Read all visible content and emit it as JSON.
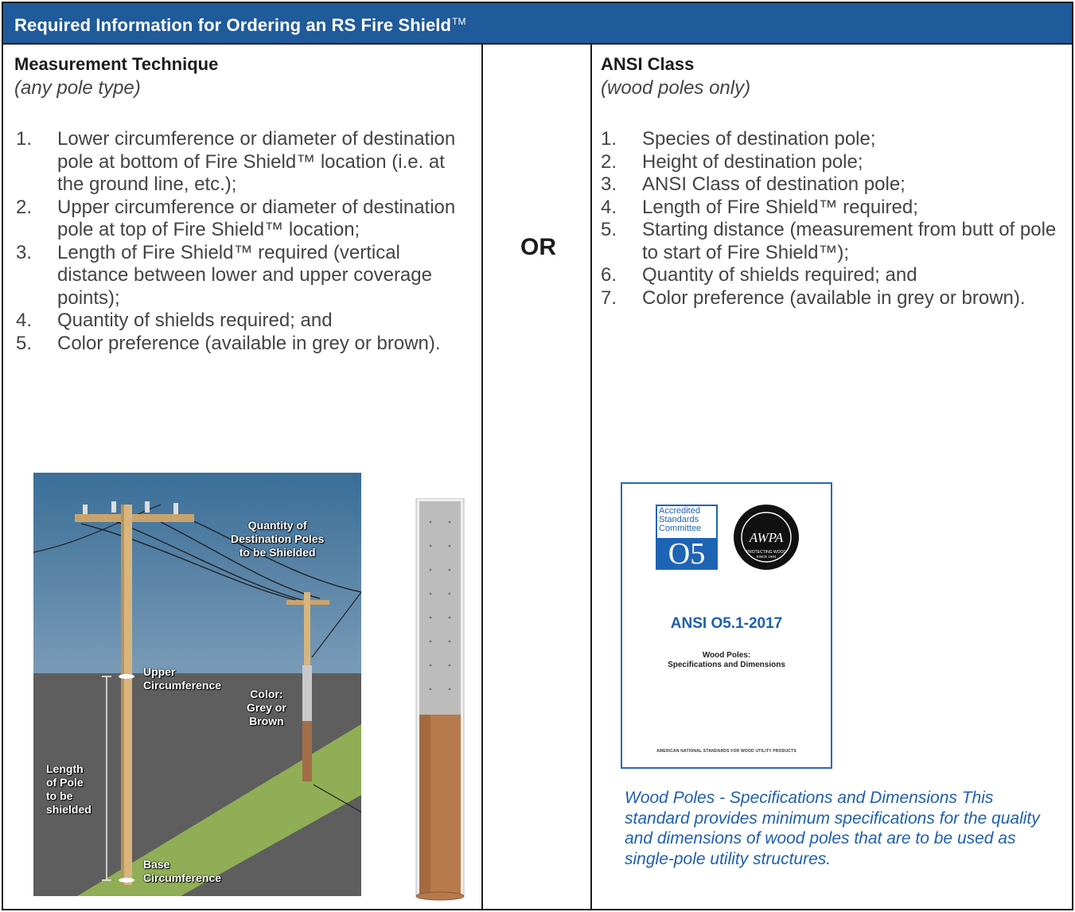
{
  "header": {
    "title": "Required Information for Ordering an RS Fire Shield",
    "tm": "TM"
  },
  "left": {
    "title": "Measurement Technique",
    "subtitle": "(any pole type)",
    "steps": [
      {
        "num": "1.",
        "text": "Lower circumference or diameter of destination pole at bottom of Fire Shield™ location (i.e. at the ground line, etc.);"
      },
      {
        "num": "2.",
        "text": "Upper circumference or diameter of destination pole at top of Fire Shield™ location;"
      },
      {
        "num": "3.",
        "text": "Length of Fire Shield™ required (vertical distance between lower and upper coverage points);"
      },
      {
        "num": "4.",
        "text": "Quantity of shields required; and"
      },
      {
        "num": "5.",
        "text": "Color preference (available in grey or brown)."
      }
    ]
  },
  "or_label": "OR",
  "right": {
    "title": "ANSI Class",
    "subtitle": "(wood poles only)",
    "steps": [
      {
        "num": "1.",
        "text": "Species of destination pole;"
      },
      {
        "num": "2.",
        "text": "Height of destination pole;"
      },
      {
        "num": "3.",
        "text": "ANSI Class of destination pole;"
      },
      {
        "num": "4.",
        "text": "Length of Fire Shield™ required;"
      },
      {
        "num": "5.",
        "text": "Starting distance (measurement from butt of pole to start of Fire Shield™);"
      },
      {
        "num": "6.",
        "text": "Quantity of shields required; and"
      },
      {
        "num": "7.",
        "text": "Color preference (available in grey or brown)."
      }
    ]
  },
  "illustration": {
    "quantity_label": [
      "Quantity of",
      "Destination Poles",
      "to be Shielded"
    ],
    "upper_label": [
      "Upper",
      "Circumference"
    ],
    "color_label": [
      "Color:",
      "Grey or",
      "Brown"
    ],
    "length_label": [
      "Length",
      "of Pole",
      "to be",
      "shielded"
    ],
    "base_label": [
      "Base",
      "Circumference"
    ]
  },
  "cover": {
    "asc_text": [
      "Accredited",
      "Standards",
      "Committee"
    ],
    "asc_code": "O5",
    "awpa_name": "AWPA",
    "awpa_ring": "PROTECTING WOOD",
    "awpa_since": "SINCE 1904",
    "main_title": "ANSI O5.1-2017",
    "sub_title": [
      "Wood Poles:",
      "Specifications and Dimensions"
    ],
    "footer": "AMERICAN NATIONAL STANDARDS FOR WOOD UTILITY PRODUCTS"
  },
  "caption": "Wood Poles - Specifications and Dimensions This standard provides minimum specifications for the quality and dimensions of wood poles that are to be used as single-pole utility structures.",
  "colors": {
    "header_bg": "#1f5a9a",
    "accent_blue": "#1f5fae",
    "pole_wood": "#d8b57c",
    "shield_grey": "#c9c9c9",
    "shield_brown": "#a36d47"
  }
}
